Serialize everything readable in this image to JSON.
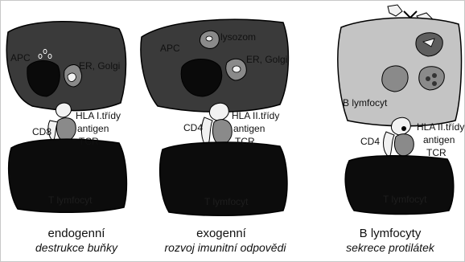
{
  "panels": [
    {
      "id": "endogenous",
      "apc_label": "APC",
      "organelle_label": "ER, Golgi",
      "hla_label_1": "HLA I.třídy",
      "hla_label_2": "antigen",
      "cd_label": "CD8",
      "tcr_label": "TCR",
      "tcell_label": "T lymfocyt",
      "caption_title": "endogenní",
      "caption_sub": "destrukce buňky"
    },
    {
      "id": "exogenous",
      "apc_label": "APC",
      "lysosome_label": "lysozom",
      "organelle_label": "ER, Golgi",
      "hla_label_1": "HLA II.třídy",
      "hla_label_2": "antigen",
      "cd_label": "CD4",
      "tcr_label": "TCR",
      "tcell_label": "T lymfocyt",
      "caption_title": "exogenní",
      "caption_sub": "rozvoj imunitní odpovědi"
    },
    {
      "id": "b-cell",
      "bcell_label": "B lymfocyt",
      "hla_label_1": "HLA II.třídy",
      "hla_label_2": "antigen",
      "cd_label": "CD4",
      "tcr_label": "TCR",
      "tcell_label": "T lymfocyt",
      "caption_title": "B lymfocyty",
      "caption_sub": "sekrece protilátek"
    }
  ],
  "colors": {
    "apc_fill": "#3a3a3a",
    "tcell_fill": "#0c0c0c",
    "bcell_fill": "#c4c4c4",
    "nucleus_fill": "#0a0a0a",
    "organelle_fill": "#8a8a8a",
    "receptor_fill": "#f2f2f2",
    "outline": "#000000"
  }
}
